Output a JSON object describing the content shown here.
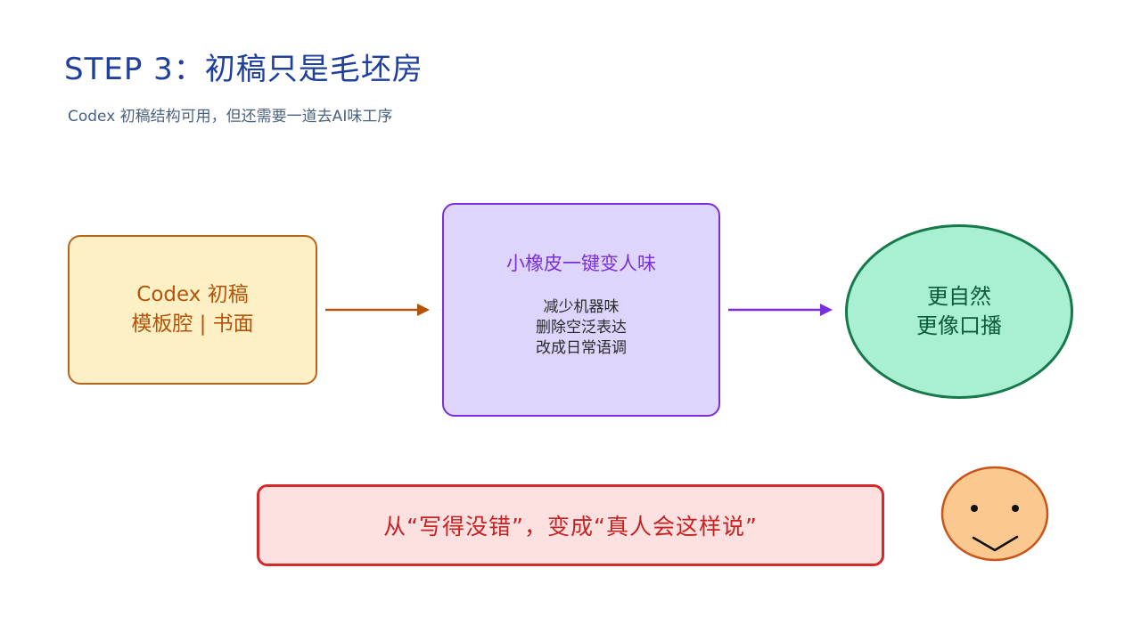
{
  "header": {
    "title": "STEP 3：初稿只是毛坯房",
    "subtitle": "Codex 初稿结构可用，但还需要一道去AI味工序"
  },
  "flow": {
    "source": {
      "line1": "Codex 初稿",
      "line2": "模板腔 | 书面"
    },
    "process": {
      "title": "小橡皮一键变人味",
      "items": [
        "减少机器味",
        "删除空泛表达",
        "改成日常语调"
      ]
    },
    "result": {
      "line1": "更自然",
      "line2": "更像口播"
    }
  },
  "banner": {
    "text": "从“写得没错”，变成“真人会这样说”"
  },
  "colors": {
    "title": "#1f3f9e",
    "source_fill": "#fdf0c4",
    "source_stroke": "#b5651d",
    "process_fill": "#ddd5fb",
    "process_stroke": "#7b2fdc",
    "result_fill": "#a9efd2",
    "result_stroke": "#16794b",
    "banner_fill": "#fde0e0",
    "banner_stroke": "#d42a2a",
    "face_fill": "#fbc990",
    "face_stroke": "#c9541a"
  },
  "icons": {
    "face": "smiley-face-icon"
  }
}
